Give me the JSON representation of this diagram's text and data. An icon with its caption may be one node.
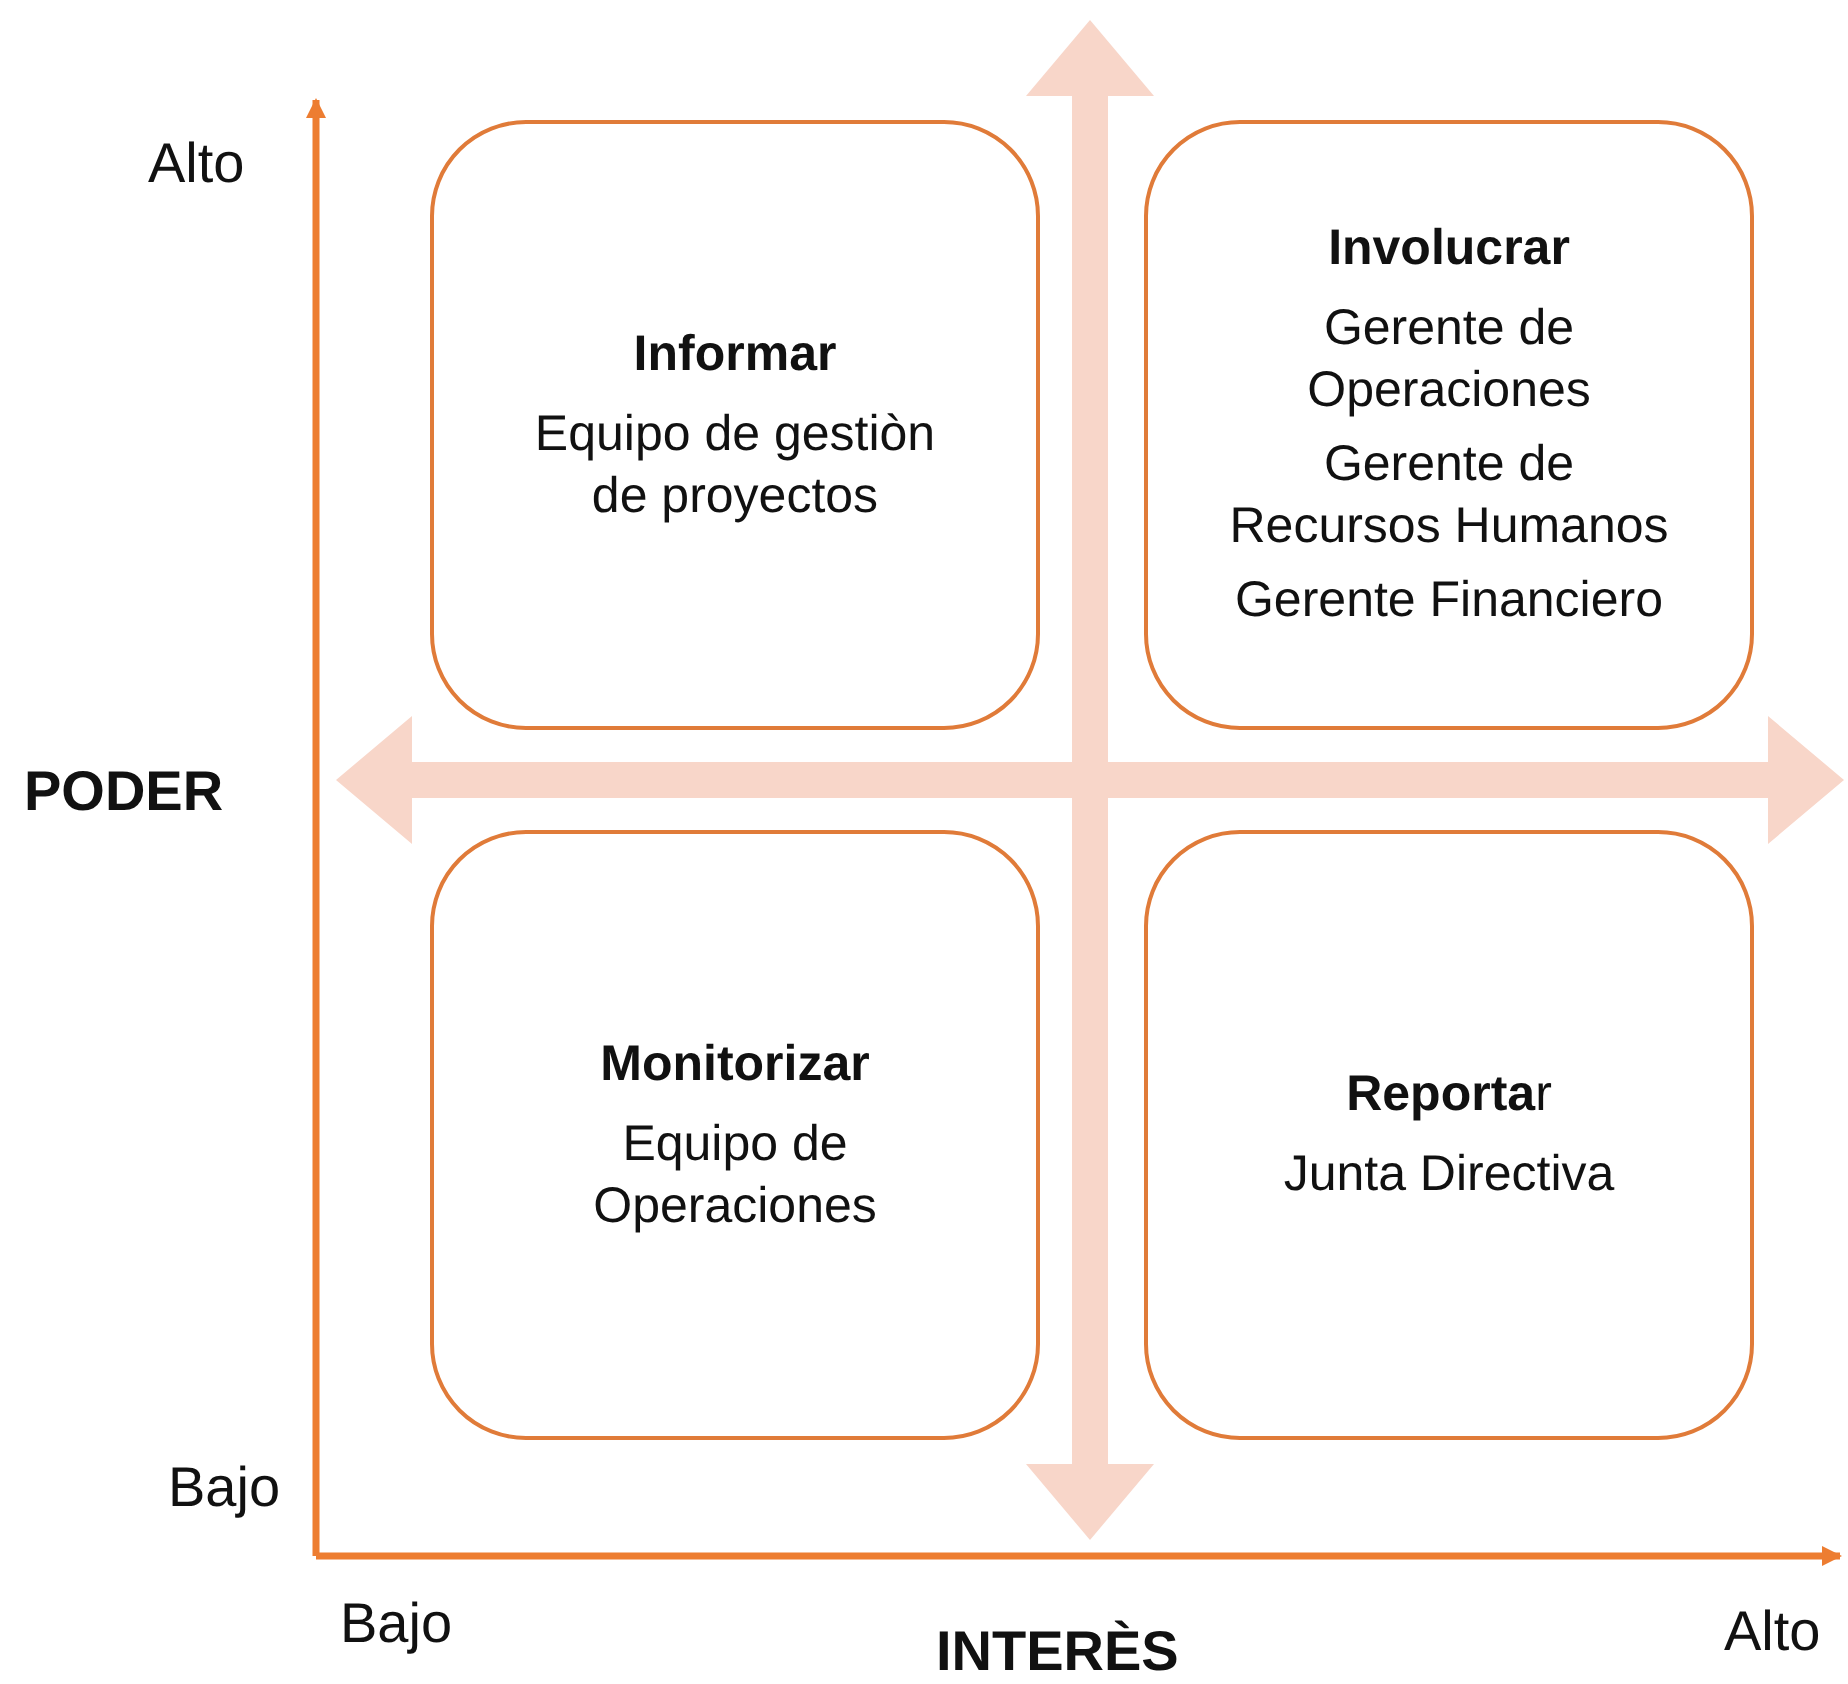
{
  "diagram": {
    "nodes": [
      {
        "text": [
          "Informar",
          "Equipo de gestiòn de proyectos"
        ]
      },
      {
        "text": [
          "Involucrar",
          "Gerente de Operaciones",
          "Gerente de Recursos Humanos",
          "Gerente Financiero"
        ]
      },
      {
        "text": [
          "Monitorizar",
          "Equipo de Operaciones"
        ]
      },
      {
        "text": [
          "**Reporta**r",
          "Junta Directiva"
        ]
      }
    ],
    "edges": [],
    "labels": [
      "Alto",
      "PODER",
      "Bajo",
      "Bajo",
      "INTERÈS",
      "Alto"
    ]
  }
}
